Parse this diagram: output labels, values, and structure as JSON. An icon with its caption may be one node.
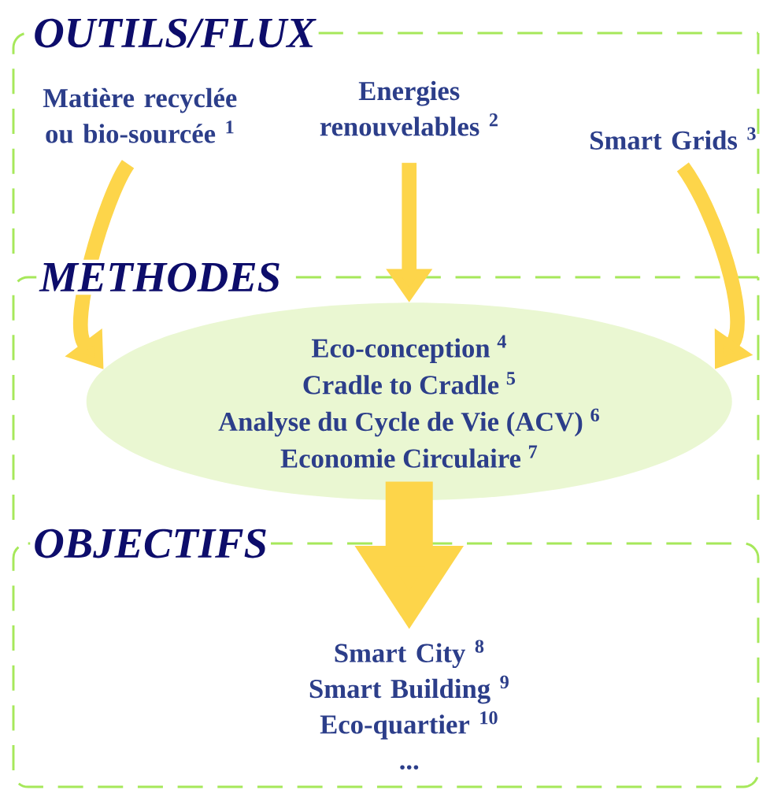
{
  "diagram": {
    "nodes": [
      {
        "text": [
          "OUTILS/FLUX"
        ]
      },
      {
        "text": [
          "Matière recyclée ou bio-sourcée $^{1}$"
        ],
        "in": 0
      },
      {
        "text": [
          "Energies renouvelables $^{2}$"
        ],
        "in": 0
      },
      {
        "text": [
          "Smart Grids $^{3}$"
        ],
        "in": 0
      },
      {
        "text": [
          "METHODES"
        ]
      },
      {
        "text": [
          "Eco-conception $^{4}$",
          "Cradle to Cradle $^{5}$",
          "Analyse du Cycle de Vie (ACV) $^{6}$",
          "Economie Circulaire $^{7}$"
        ],
        "in": 4
      },
      {
        "text": [
          "OBJECTIFS"
        ]
      },
      {
        "text": [
          "Smart City $^{8}$",
          "Smart Building $^{9}$",
          "Eco-quartier $^{10}$",
          "..."
        ],
        "in": 6
      }
    ],
    "edges": [
      {
        "from": 1,
        "to": 5,
        "arrow": "to"
      },
      {
        "from": 2,
        "to": 5,
        "arrow": "to"
      },
      {
        "from": 3,
        "to": 5,
        "arrow": "to"
      },
      {
        "from": 5,
        "to": 7,
        "arrow": "to",
        "style": "thick"
      }
    ]
  }
}
